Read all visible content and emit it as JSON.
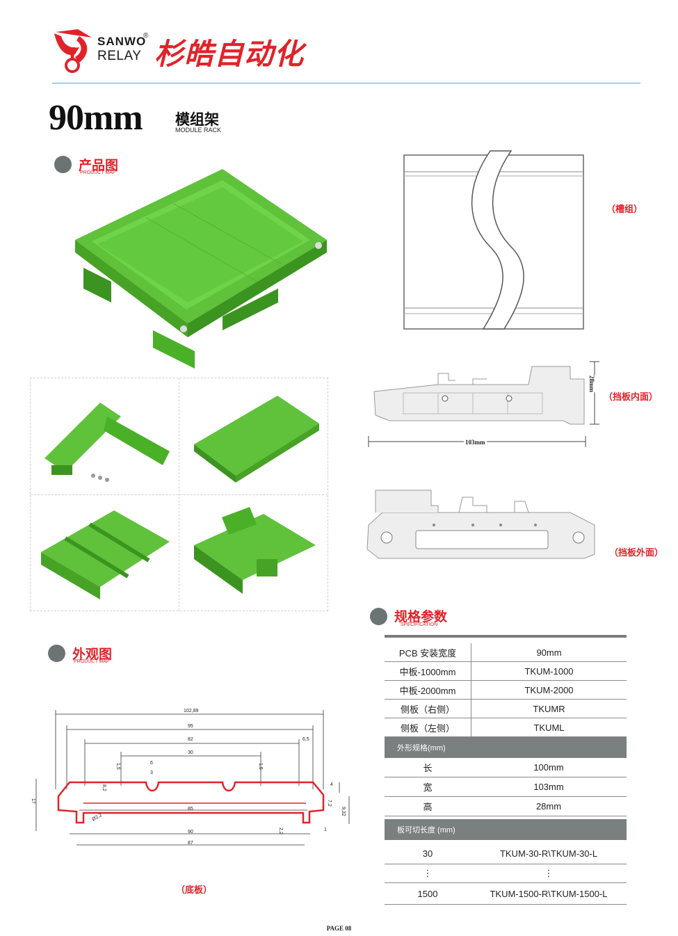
{
  "header": {
    "brand_en": "SANWO",
    "brand_reg": "®",
    "brand_relay": "RELAY",
    "brand_cn": "杉皓自动化"
  },
  "title": {
    "main": "90mm",
    "cn": "模组架",
    "en": "MODULE RACK"
  },
  "sections": {
    "product_map": {
      "cn": "产品图",
      "en": "PRODUCT MAP"
    },
    "appearance": {
      "cn": "外观图",
      "en": "PRODUCT MAP"
    },
    "specification": {
      "cn": "规格参数",
      "en": "SPECIFICATION"
    }
  },
  "labels": {
    "slot_group": "（槽组）",
    "baffle_inner": "（挡板内面）",
    "baffle_outer": "（挡板外面）",
    "bottom_plate": "（底板）"
  },
  "dimensions": {
    "baffle_width": "103mm",
    "baffle_height": "28mm",
    "bottom": {
      "total": "102,89",
      "d95": "95",
      "d82": "82",
      "d6_5": "6,5",
      "d30": "30",
      "d1_5a": "1,5",
      "d1_5b": "1,5",
      "d6": "6",
      "d3": "3",
      "d8_2": "8,2",
      "d17": "17",
      "d4": "4",
      "d85": "85",
      "d7_2": "7,2",
      "d9_32": "9,32",
      "phi": "Ø2,2",
      "d90": "90",
      "d2_2": "2,2",
      "d1": "1",
      "d87": "87"
    }
  },
  "spec": {
    "rows_top": [
      {
        "name": "PCB 安装宽度",
        "value": "90mm"
      },
      {
        "name": "中板-1000mm",
        "value": "TKUM-1000"
      },
      {
        "name": "中板-2000mm",
        "value": "TKUM-2000"
      },
      {
        "name": "侧板（右侧）",
        "value": "TKUMR"
      },
      {
        "name": "侧板（左侧）",
        "value": "TKUML"
      }
    ],
    "band_outline": "外形规格(mm)",
    "rows_outline": [
      {
        "name": "长",
        "value": "100mm"
      },
      {
        "name": "宽",
        "value": "103mm"
      },
      {
        "name": "高",
        "value": "28mm"
      }
    ],
    "band_cut": "板可切长度 (mm)",
    "rows_cut": [
      {
        "name": "30",
        "value": "TKUM-30-R\\TKUM-30-L"
      },
      {
        "name": "⋮",
        "value": "⋮"
      },
      {
        "name": "1500",
        "value": "TKUM-1500-R\\TKUM-1500-L"
      }
    ]
  },
  "footer": {
    "page": "PAGE 08"
  },
  "colors": {
    "accent_red": "#e0232a",
    "product_green": "#5fc23a",
    "header_line": "#3bb3dd",
    "band_gray": "#7a7f7f"
  }
}
